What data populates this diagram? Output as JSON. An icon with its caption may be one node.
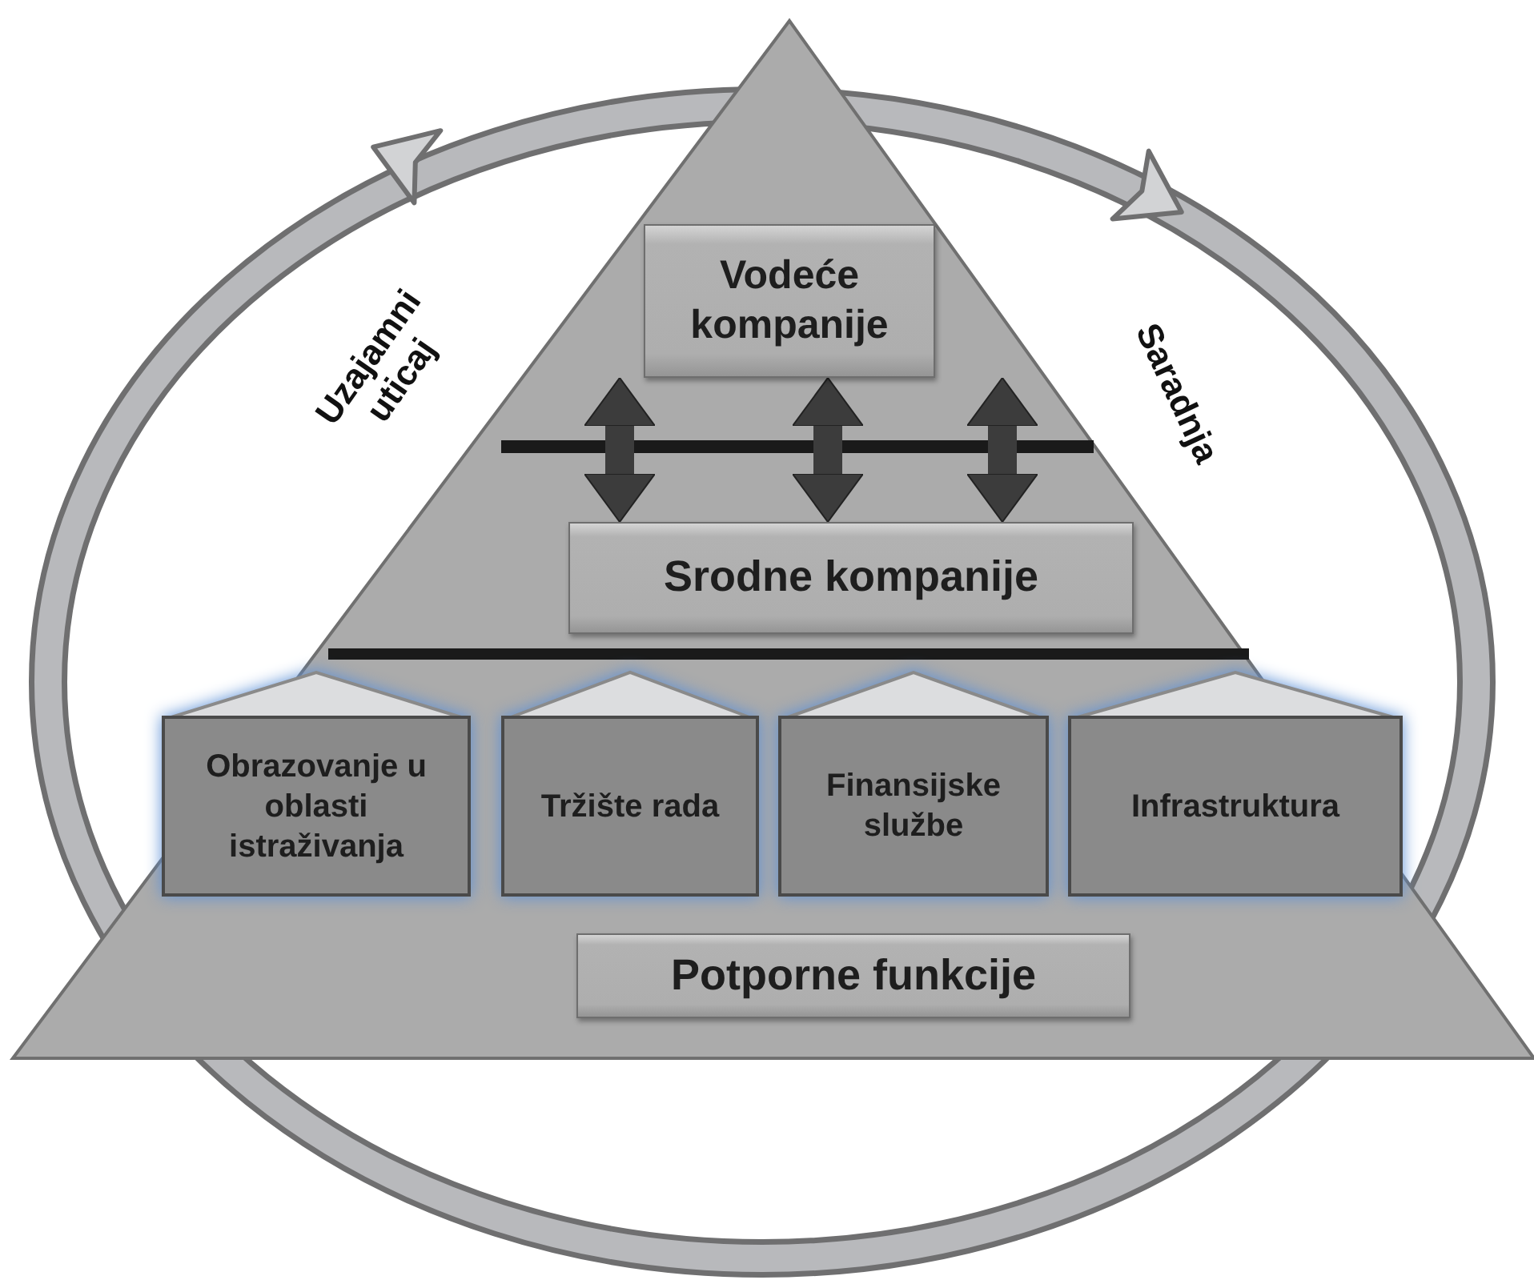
{
  "diagram": {
    "nodes": [
      {
        "text": [
          "Vodeće kompanije"
        ]
      },
      {
        "text": [
          "Srodne kompanije"
        ]
      },
      {
        "text": [
          "Obrazovanje u oblasti istraživanja"
        ]
      },
      {
        "text": [
          "Tržište rada"
        ]
      },
      {
        "text": [
          "Finansijske službe"
        ]
      },
      {
        "text": [
          "Infrastruktura"
        ]
      },
      {
        "text": [
          "Potporne funkcije"
        ]
      }
    ],
    "edges": [
      {
        "from": 0,
        "to": 1,
        "arrow": "both"
      },
      {
        "from": 0,
        "to": 1,
        "arrow": "both"
      },
      {
        "from": 0,
        "to": 1,
        "arrow": "both"
      }
    ],
    "labels": [
      "Uzajamni uticaj",
      "Saradnja"
    ]
  }
}
